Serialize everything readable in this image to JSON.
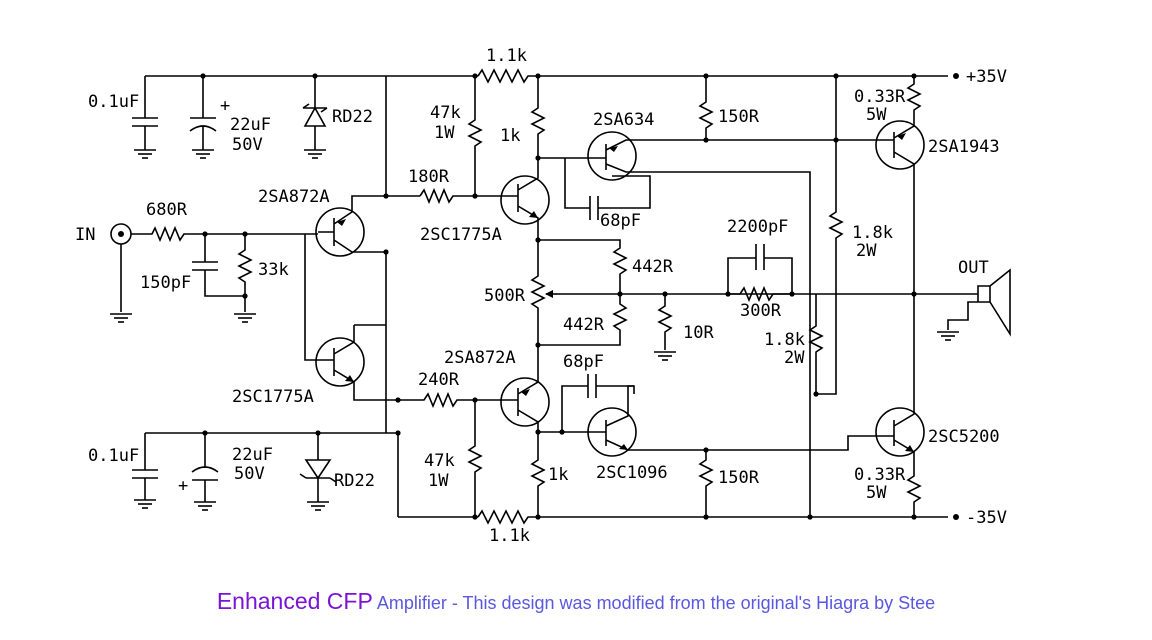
{
  "rails": {
    "positive": "+35V",
    "negative": "-35V"
  },
  "io": {
    "input": "IN",
    "output": "OUT"
  },
  "labels": {
    "r_feedback_top": "1.1k",
    "r_feedback_bottom": "1.1k",
    "c_decouple_top": "0.1uF",
    "c_decouple_bottom": "0.1uF",
    "c_bulk_top_value": "22uF",
    "c_bulk_top_voltage": "50V",
    "c_bulk_bottom_value": "22uF",
    "c_bulk_bottom_voltage": "50V",
    "zener_top": "RD22",
    "zener_bottom": "RD22",
    "r_in": "680R",
    "c_in": "150pF",
    "r_in_shunt": "33k",
    "q_in_pnp": "2SA872A",
    "q_in_npn": "2SC1775A",
    "r_top_bias_value": "47k",
    "r_top_bias_power": "1W",
    "r_bottom_bias_value": "47k",
    "r_bottom_bias_power": "1W",
    "r_base_top": "180R",
    "r_base_bottom": "240R",
    "q_vas_npn": "2SC1775A",
    "q_vas_pnp": "2SA872A",
    "r_emit_top": "1k",
    "r_emit_bottom": "1k",
    "q_drv_pnp": "2SA634",
    "q_drv_npn": "2SC1096",
    "c_comp_top": "68pF",
    "c_comp_bottom": "68pF",
    "r_drv_top": "150R",
    "r_drv_bottom": "150R",
    "c_fb": "2200pF",
    "r_fb": "300R",
    "r_bias_top": "442R",
    "r_bias_bottom": "442R",
    "pot": "500R",
    "r_gnd": "10R",
    "r_1k8_top_value": "1.8k",
    "r_1k8_top_power": "2W",
    "r_1k8_bottom_value": "1.8k",
    "r_1k8_bottom_power": "2W",
    "r_out_top_value": "0.33R",
    "r_out_top_power": "5W",
    "r_out_bottom_value": "0.33R",
    "r_out_bottom_power": "5W",
    "q_out_pnp": "2SA1943",
    "q_out_npn": "2SC5200"
  },
  "caption": {
    "title": "Enhanced CFP",
    "subtitle": " Amplifier - This design was modified from the original's Hiagra by Stee"
  }
}
